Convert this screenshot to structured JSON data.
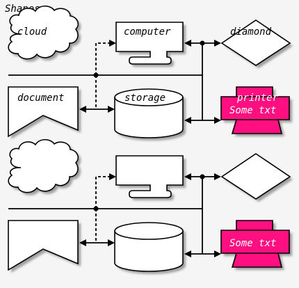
{
  "diagram": {
    "title": "Shapes :",
    "colors": {
      "printer_fill": "#ff0f7f",
      "outline": "#000000",
      "shape_fill": "#ffffff",
      "background": "#f5f5f5"
    },
    "labels": {
      "cloud": "cloud",
      "computer": "computer",
      "diamond": "diamond",
      "document": "document",
      "storage": "storage",
      "printer": "printer",
      "printer_text_top": "Some txt",
      "printer_text_bottom": "Some txt"
    }
  }
}
